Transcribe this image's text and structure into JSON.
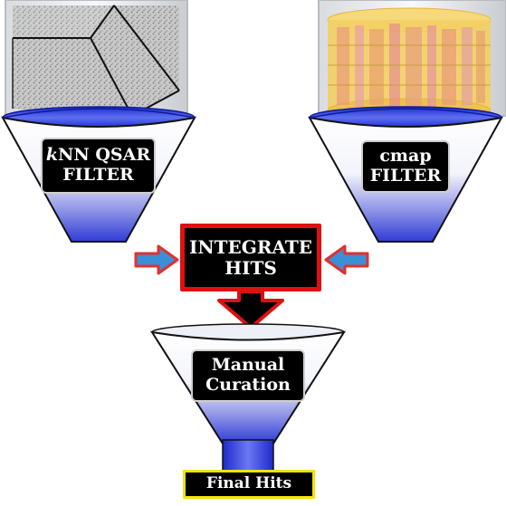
{
  "filters": {
    "knn": {
      "label_italic": "k",
      "label_line1_rest": "NN QSAR",
      "label_line2": "FILTER"
    },
    "cmap": {
      "label_line1": "cmap",
      "label_line2": "FILTER"
    }
  },
  "integrate": {
    "label_line1": "INTEGRATE",
    "label_line2": "HITS"
  },
  "curation": {
    "label_line1": "Manual",
    "label_line2": "Curation"
  },
  "final": {
    "label": "Final Hits"
  },
  "colors": {
    "funnel_blue": "#3340d8",
    "integrate_border": "#e01010",
    "final_border": "#f2e300",
    "arrow_fill": "#3b8fd6",
    "arrow_outline": "#e03030",
    "cylinder_fill": "#f0c846"
  }
}
